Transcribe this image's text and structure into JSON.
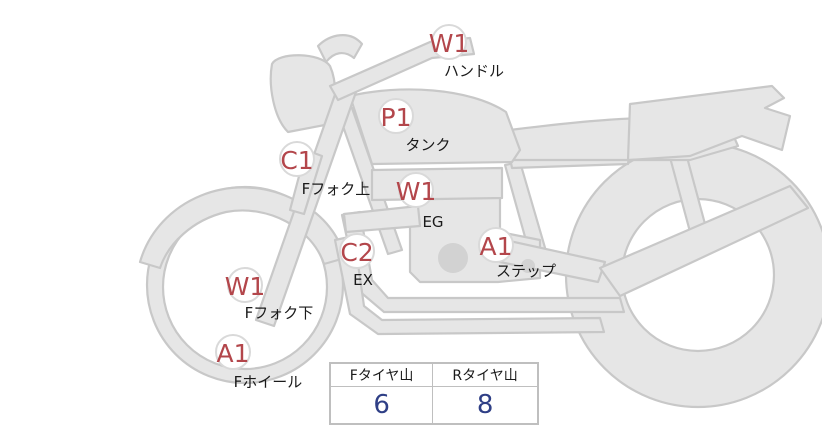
{
  "diagram": {
    "colors": {
      "bike_fill": "#e6e6e6",
      "bike_stroke": "#c8c8c8",
      "code_text": "#b3464b",
      "label_text": "#1a1a1a",
      "table_value_text": "#2f3f86"
    },
    "markers": [
      {
        "id": "handle",
        "code": "W1",
        "label": "ハンドル"
      },
      {
        "id": "tank",
        "code": "P1",
        "label": "タンク"
      },
      {
        "id": "fork-upper",
        "code": "C1",
        "label": "Fフォク上"
      },
      {
        "id": "engine",
        "code": "W1",
        "label": "EG"
      },
      {
        "id": "exhaust",
        "code": "C2",
        "label": "EX"
      },
      {
        "id": "step",
        "code": "A1",
        "label": "ステップ"
      },
      {
        "id": "fork-lower",
        "code": "W1",
        "label": "Fフォク下"
      },
      {
        "id": "front-wheel",
        "code": "A1",
        "label": "Fホイール"
      }
    ]
  },
  "tread_table": {
    "front_header": "Fタイヤ山",
    "rear_header": "Rタイヤ山",
    "front_value": "6",
    "rear_value": "8"
  }
}
